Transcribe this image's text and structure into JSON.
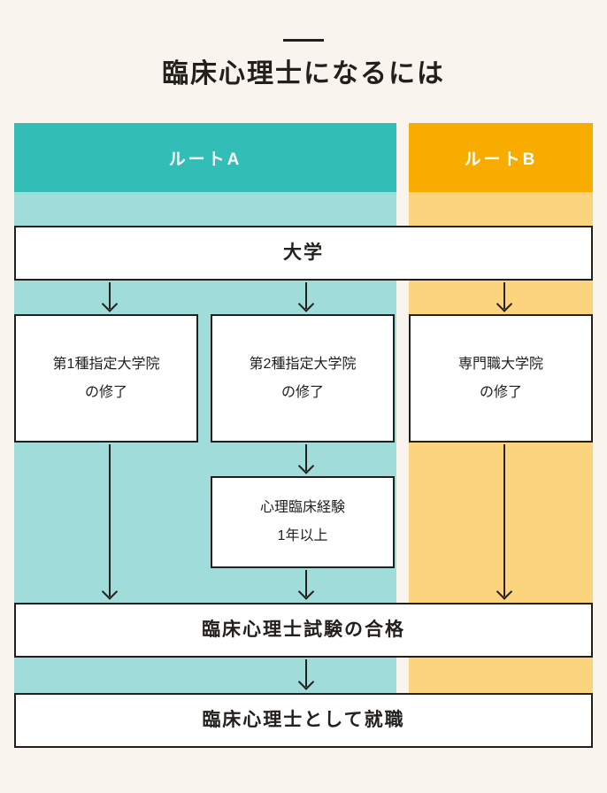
{
  "header": {
    "title": "臨床心理士になるには",
    "rule": "horizontal-rule"
  },
  "colors": {
    "page_background": "#F9F5EE",
    "route_a_header": "#32BDB7",
    "route_a_band": "#9FDCDA",
    "route_b_header": "#F8AC00",
    "route_b_band": "#FBD47D",
    "box_background": "#FFFFFF",
    "line": "#221F1C"
  },
  "routes": [
    {
      "id": "route-a",
      "label": "ルートA"
    },
    {
      "id": "route-b",
      "label": "ルートB"
    }
  ],
  "flow": {
    "university": "大学",
    "grad_schools": [
      {
        "line1": "第1種指定大学院",
        "line2": "の修了"
      },
      {
        "line1": "第2種指定大学院",
        "line2": "の修了"
      },
      {
        "line1": "専門職大学院",
        "line2": "の修了"
      }
    ],
    "experience": {
      "line1": "心理臨床経験",
      "line2": "1年以上"
    },
    "exam": "臨床心理士試験の合格",
    "employment": "臨床心理士として就職"
  }
}
